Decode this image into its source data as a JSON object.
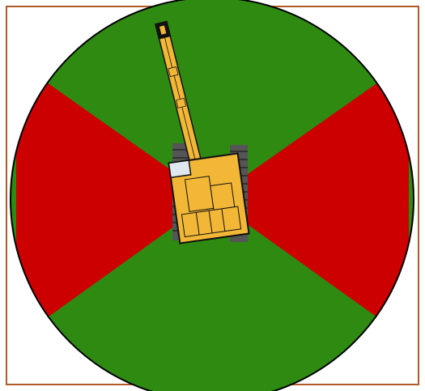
{
  "diagram": {
    "subject": "crane",
    "zones": [
      {
        "id": "front",
        "status": "stable"
      },
      {
        "id": "rear",
        "status": "stable"
      },
      {
        "id": "left",
        "status": "unstable"
      },
      {
        "id": "right",
        "status": "unstable"
      }
    ],
    "colors": {
      "stable_zone": "#2f8a12",
      "unstable_zone": "#cc0000",
      "outline": "#000000",
      "frame_border": "#b15a2a",
      "crane_body": "#f2b736",
      "crane_track": "#555555",
      "crane_outline": "#111111"
    },
    "icons": [
      "crane-icon"
    ]
  }
}
